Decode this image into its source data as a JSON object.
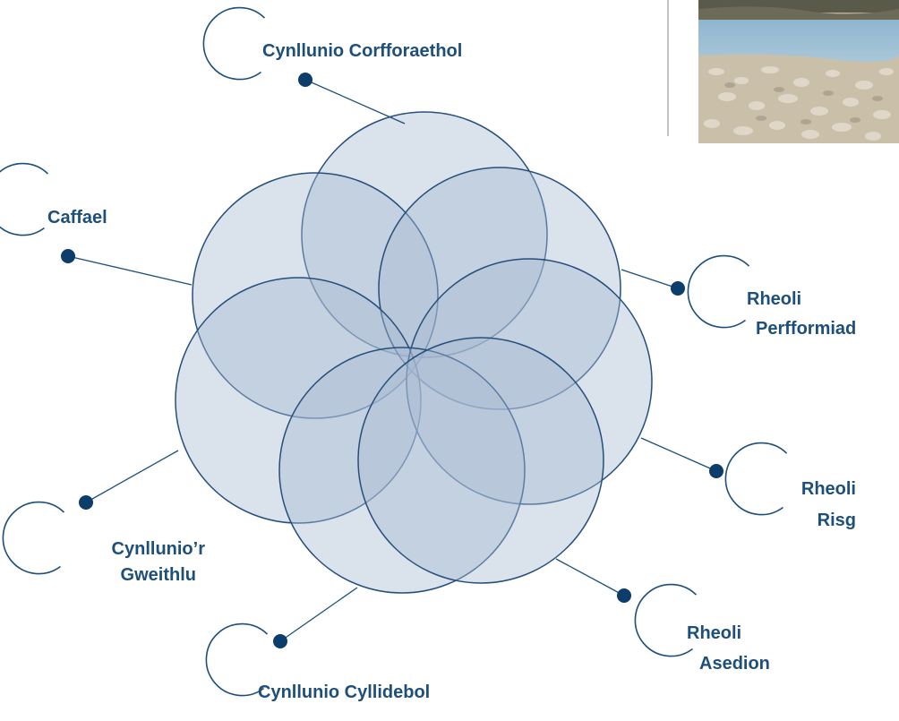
{
  "diagram": {
    "colors": {
      "label": "#1d4f7a",
      "dot": "#0c3d6b",
      "petal_fill": "#a6b9d2",
      "petal_stroke": "#264f7c"
    },
    "labels": {
      "cynllunio_corfforaethol": "Cynllunio Corfforaethol",
      "caffael": "Caffael",
      "rheoli_perfformiad_1": "Rheoli",
      "rheoli_perfformiad_2": "Perfformiad",
      "rheoli_risg_1": "Rheoli",
      "rheoli_risg_2": "Risg",
      "rheoli_asedion_1": "Rheoli",
      "rheoli_asedion_2": "Asedion",
      "cynllunio_cyllidebol": "Cynllunio Cyllidebol",
      "cynllunior_gweithlu_1": "Cynllunio’r",
      "cynllunior_gweithlu_2": "Gweithlu"
    }
  },
  "photo": {
    "description": "coastal-beach-photo"
  }
}
